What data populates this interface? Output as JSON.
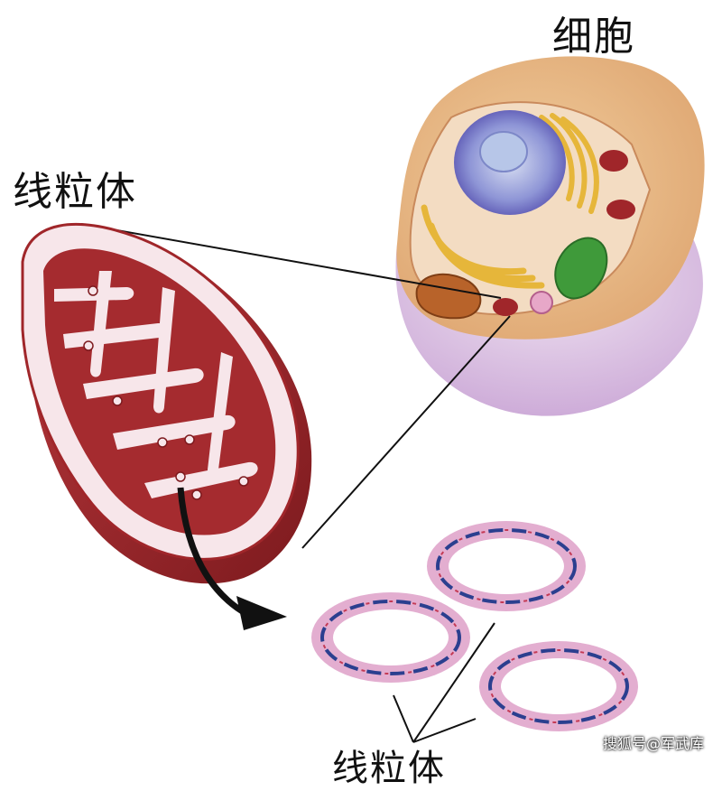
{
  "labels": {
    "cell": "细胞",
    "mitochondrion": "线粒体",
    "bottom_partial": "线粒体"
  },
  "watermark": "搜狐号@军武库",
  "colors": {
    "cell_outer": "#e9b98a",
    "cell_membrane": "#caa6d6",
    "nucleus": "#5a53b8",
    "nucleolus": "#b7c6e8",
    "golgi": "#e6b63a",
    "chloroplast": "#3f9a3a",
    "mitochondrion_outer": "#a0262a",
    "mitochondrion_inner": "#f7e6ea",
    "dna_ring": "#e3aed0",
    "dna_strand": "#2b3f8f"
  }
}
